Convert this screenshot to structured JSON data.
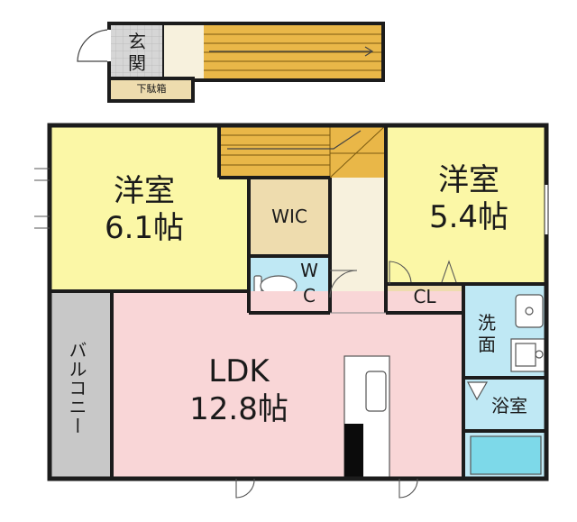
{
  "rooms": {
    "genkan": "玄関",
    "shoe_box": "下駄箱",
    "western_room_left": {
      "name": "洋室",
      "size": "6.1帖"
    },
    "western_room_right": {
      "name": "洋室",
      "size": "5.4帖"
    },
    "wic": "WIC",
    "wc_top": "W",
    "wc_bottom": "C",
    "closet": "CL",
    "ldk": {
      "name": "LDK",
      "size": "12.8帖"
    },
    "balcony": "バルコニー",
    "washroom": "洗面",
    "bathroom": "浴室"
  },
  "colors": {
    "western_room": "#fbf7a6",
    "ldk": "#f9d6d7",
    "wet_area": "#bfe8f4",
    "storage": "#eedcae",
    "stairs": "#e9b748",
    "balcony": "#c8c8c8",
    "hall": "#f7f1dd",
    "entry_tile": "#d0d0d0",
    "wall": "#1c1c1c"
  }
}
